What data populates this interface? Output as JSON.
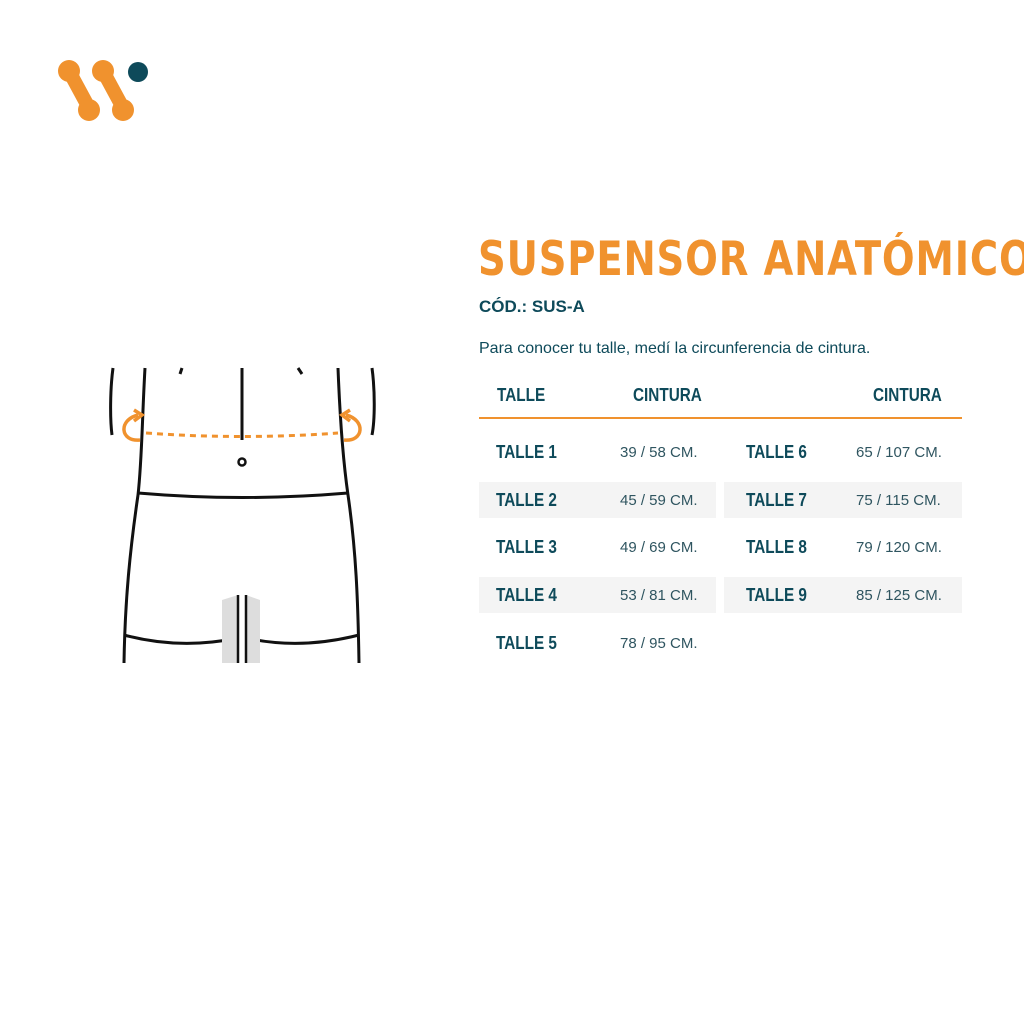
{
  "brand": {
    "colors": {
      "orange": "#f0922e",
      "teal": "#0e4a5a"
    }
  },
  "product": {
    "title": "SUSPENSOR ANATÓMICO",
    "code": "CÓD.: SUS-A",
    "instructions": "Para conocer tu talle, medí la circunferencia de cintura."
  },
  "table": {
    "headers": {
      "size": "TALLE",
      "waist_left": "CINTURA",
      "waist_right": "CINTURA"
    },
    "left": [
      {
        "size": "TALLE 1",
        "waist": "39 / 58 CM."
      },
      {
        "size": "TALLE 2",
        "waist": "45 / 59 CM."
      },
      {
        "size": "TALLE 3",
        "waist": "49 / 69 CM."
      },
      {
        "size": "TALLE 4",
        "waist": "53 / 81 CM."
      },
      {
        "size": "TALLE 5",
        "waist": "78 / 95 CM."
      }
    ],
    "right": [
      {
        "size": "TALLE 6",
        "waist": "65 / 107 CM."
      },
      {
        "size": "TALLE 7",
        "waist": "75 / 115 CM."
      },
      {
        "size": "TALLE 8",
        "waist": "79 / 120 CM."
      },
      {
        "size": "TALLE 9",
        "waist": "85 / 125 CM."
      }
    ]
  }
}
